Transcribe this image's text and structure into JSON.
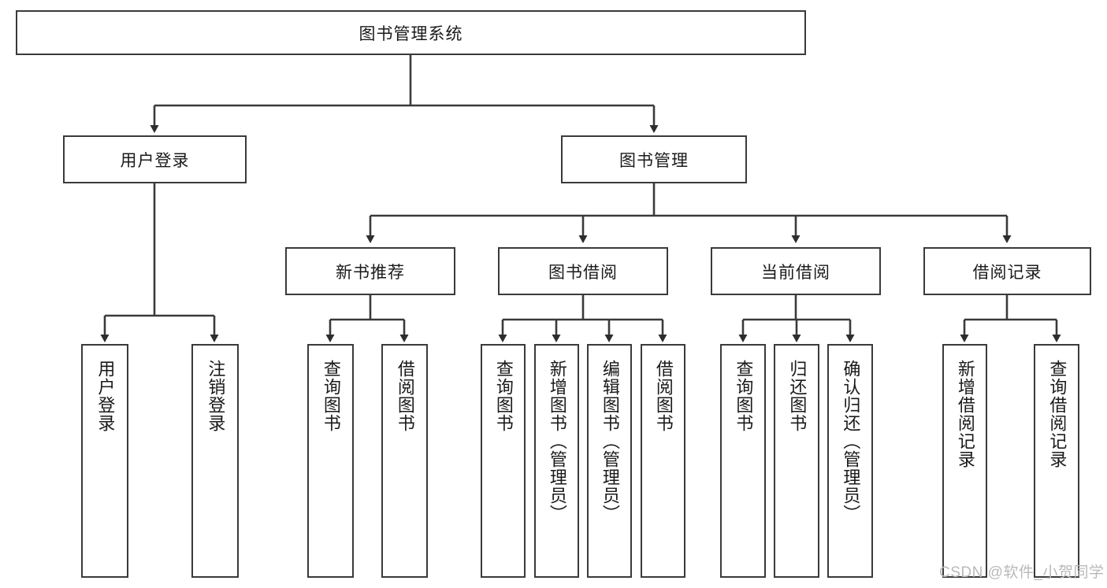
{
  "diagram": {
    "title": "图书管理系统",
    "type": "functional-hierarchy-tree",
    "root": {
      "label": "图书管理系统"
    },
    "level1": [
      {
        "label": "用户登录"
      },
      {
        "label": "图书管理"
      }
    ],
    "level2": [
      {
        "label": "新书推荐"
      },
      {
        "label": "图书借阅"
      },
      {
        "label": "当前借阅"
      },
      {
        "label": "借阅记录"
      }
    ],
    "leaves": {
      "user_login": [
        {
          "label": "用户登录"
        },
        {
          "label": "注销登录"
        }
      ],
      "new_book_recommend": [
        {
          "label": "查询图书"
        },
        {
          "label": "借阅图书"
        }
      ],
      "book_borrow": [
        {
          "label": "查询图书"
        },
        {
          "label": "新增图书（管理员）"
        },
        {
          "label": "编辑图书（管理员）"
        },
        {
          "label": "借阅图书"
        }
      ],
      "current_borrow": [
        {
          "label": "查询图书"
        },
        {
          "label": "归还图书"
        },
        {
          "label": "确认归还（管理员）"
        }
      ],
      "borrow_record": [
        {
          "label": "新增借阅记录"
        },
        {
          "label": "查询借阅记录"
        }
      ]
    }
  },
  "watermark": {
    "text": "CSDN @软件_小贺同学"
  },
  "colors": {
    "stroke": "#3a3a3a",
    "box_fill": "#ffffff",
    "text": "#1a1a1a",
    "watermark": "#b9b9b9"
  }
}
